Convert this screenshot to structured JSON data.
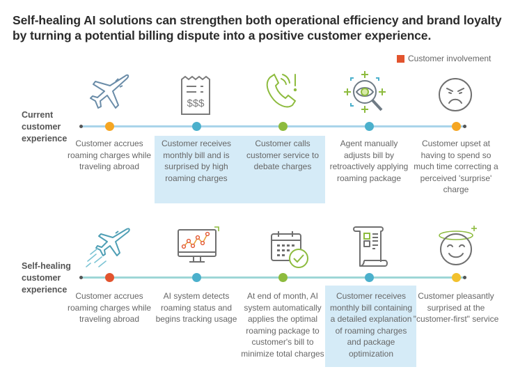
{
  "title": "Self-healing AI solutions can strengthen both operational efficiency and brand loyalty by turning a potential billing dispute into a positive customer experience.",
  "legend": {
    "label": "Customer involvement",
    "color": "#e2542e"
  },
  "colors": {
    "line_current": "#a9d4ea",
    "line_self_healing": "#9ed6d6",
    "highlight": "#d5ebf7",
    "orange": "#f5a623",
    "blue": "#4bb0cc",
    "green": "#8dbb3e",
    "red": "#e2542e",
    "yellow": "#f2c12e"
  },
  "rows": [
    {
      "label_lines": [
        "Current",
        "customer",
        "experience"
      ],
      "steps": [
        {
          "icon": "airplane-icon",
          "node_color": "orange",
          "text": "Customer accrues roaming charges while traveling abroad",
          "highlighted": false
        },
        {
          "icon": "receipt-bill-icon",
          "node_color": "blue",
          "text": "Customer receives monthly bill and is surprised by high roaming charges",
          "highlighted": true
        },
        {
          "icon": "phone-alert-icon",
          "node_color": "green",
          "text": "Customer calls customer service to debate charges",
          "highlighted": true
        },
        {
          "icon": "magnifier-eye-icon",
          "node_color": "blue",
          "text": "Agent manually adjusts bill by retroactively applying roaming package",
          "highlighted": false
        },
        {
          "icon": "angry-face-icon",
          "node_color": "orange",
          "text": "Customer upset at having to spend so much time correcting a perceived 'surprise' charge",
          "highlighted": false
        }
      ]
    },
    {
      "label_lines": [
        "Self-healing",
        "customer",
        "experience"
      ],
      "steps": [
        {
          "icon": "airplane-speed-icon",
          "node_color": "red",
          "text": "Customer accrues roaming charges while traveling abroad",
          "highlighted": false
        },
        {
          "icon": "monitor-chart-icon",
          "node_color": "blue",
          "text": "AI system detects roaming status and begins tracking usage",
          "highlighted": false
        },
        {
          "icon": "calendar-check-icon",
          "node_color": "green",
          "text": "At end of month, AI system automatically applies the optimal roaming package to customer's bill to minimize total charges",
          "highlighted": false
        },
        {
          "icon": "document-scroll-icon",
          "node_color": "blue",
          "text": "Customer receives monthly bill containing a detailed explanation of roaming charges and package optimization",
          "highlighted": true
        },
        {
          "icon": "happy-angel-face-icon",
          "node_color": "yellow",
          "text": "Customer pleasantly surprised at the \"customer-first\" service",
          "highlighted": false
        }
      ]
    }
  ]
}
